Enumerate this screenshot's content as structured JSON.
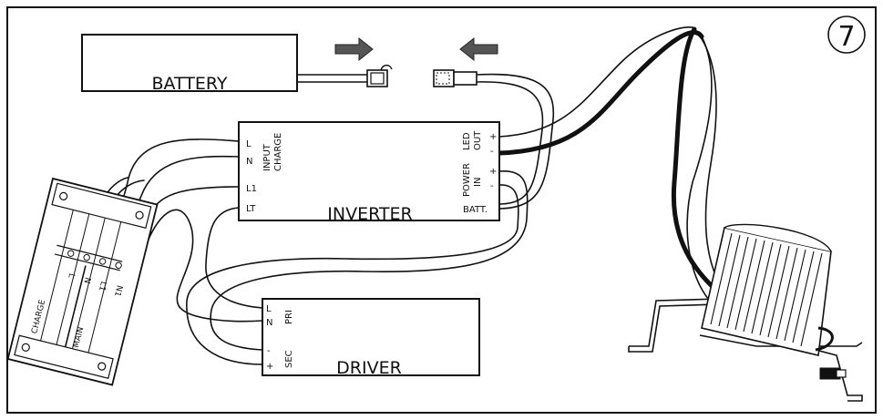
{
  "step_number": "7",
  "battery": {
    "label": "BATTERY"
  },
  "inverter": {
    "label": "INVERTER",
    "left_terminals": [
      "L",
      "N",
      "L1",
      "LT"
    ],
    "input_charge": [
      "INPUT",
      "CHARGE"
    ],
    "right_terminals": {
      "led_out": [
        "LED",
        "OUT"
      ],
      "power_in": [
        "POWER",
        "IN"
      ],
      "batt": "BATT.",
      "signs": [
        "+",
        "-",
        "+",
        "-"
      ]
    }
  },
  "driver": {
    "label": "DRIVER",
    "terminals": [
      "L",
      "N",
      "-",
      "+"
    ],
    "pri": "PRI",
    "sec": "SEC"
  },
  "terminal_block": {
    "labels": [
      "L",
      "N",
      "L1",
      "N1"
    ],
    "charge": "CHARGE",
    "main": "MAIN"
  }
}
